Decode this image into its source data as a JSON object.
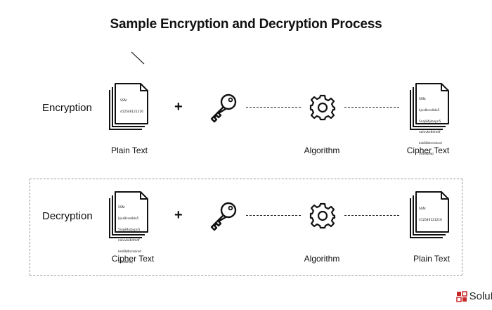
{
  "title": "Sample Encryption and Decryption Process",
  "encryption": {
    "label": "Encryption",
    "left_doc_lines": [
      "SSN:",
      "412546121216"
    ],
    "right_doc_lines": [
      "SSN:",
      "kjvs8cnelbla5",
      "5naj84jsbspn5",
      "naivvke6dmdf",
      "ksk68dncksksd",
      "5dvdkhwj"
    ],
    "plus": "+",
    "captions": {
      "left": "Plain Text",
      "middle": "Algorithm",
      "right": "Cipher Text"
    }
  },
  "decryption": {
    "label": "Decryption",
    "left_doc_lines": [
      "SSN:",
      "kjvs8cnelbla5",
      "5naj84jsbspn5",
      "naivvke6dmdf",
      "ksk68dncksksd",
      "5dvdkhwj"
    ],
    "right_doc_lines": [
      "SSN:",
      "412546121216"
    ],
    "plus": "+",
    "captions": {
      "left": "Cipher Text",
      "middle": "Algorithm",
      "right": "Plain Text"
    }
  },
  "icons": {
    "document": "document-stack-icon",
    "key": "key-icon",
    "gear": "gear-icon"
  },
  "watermark": {
    "text": "SoluL",
    "accent": "#c62828"
  }
}
